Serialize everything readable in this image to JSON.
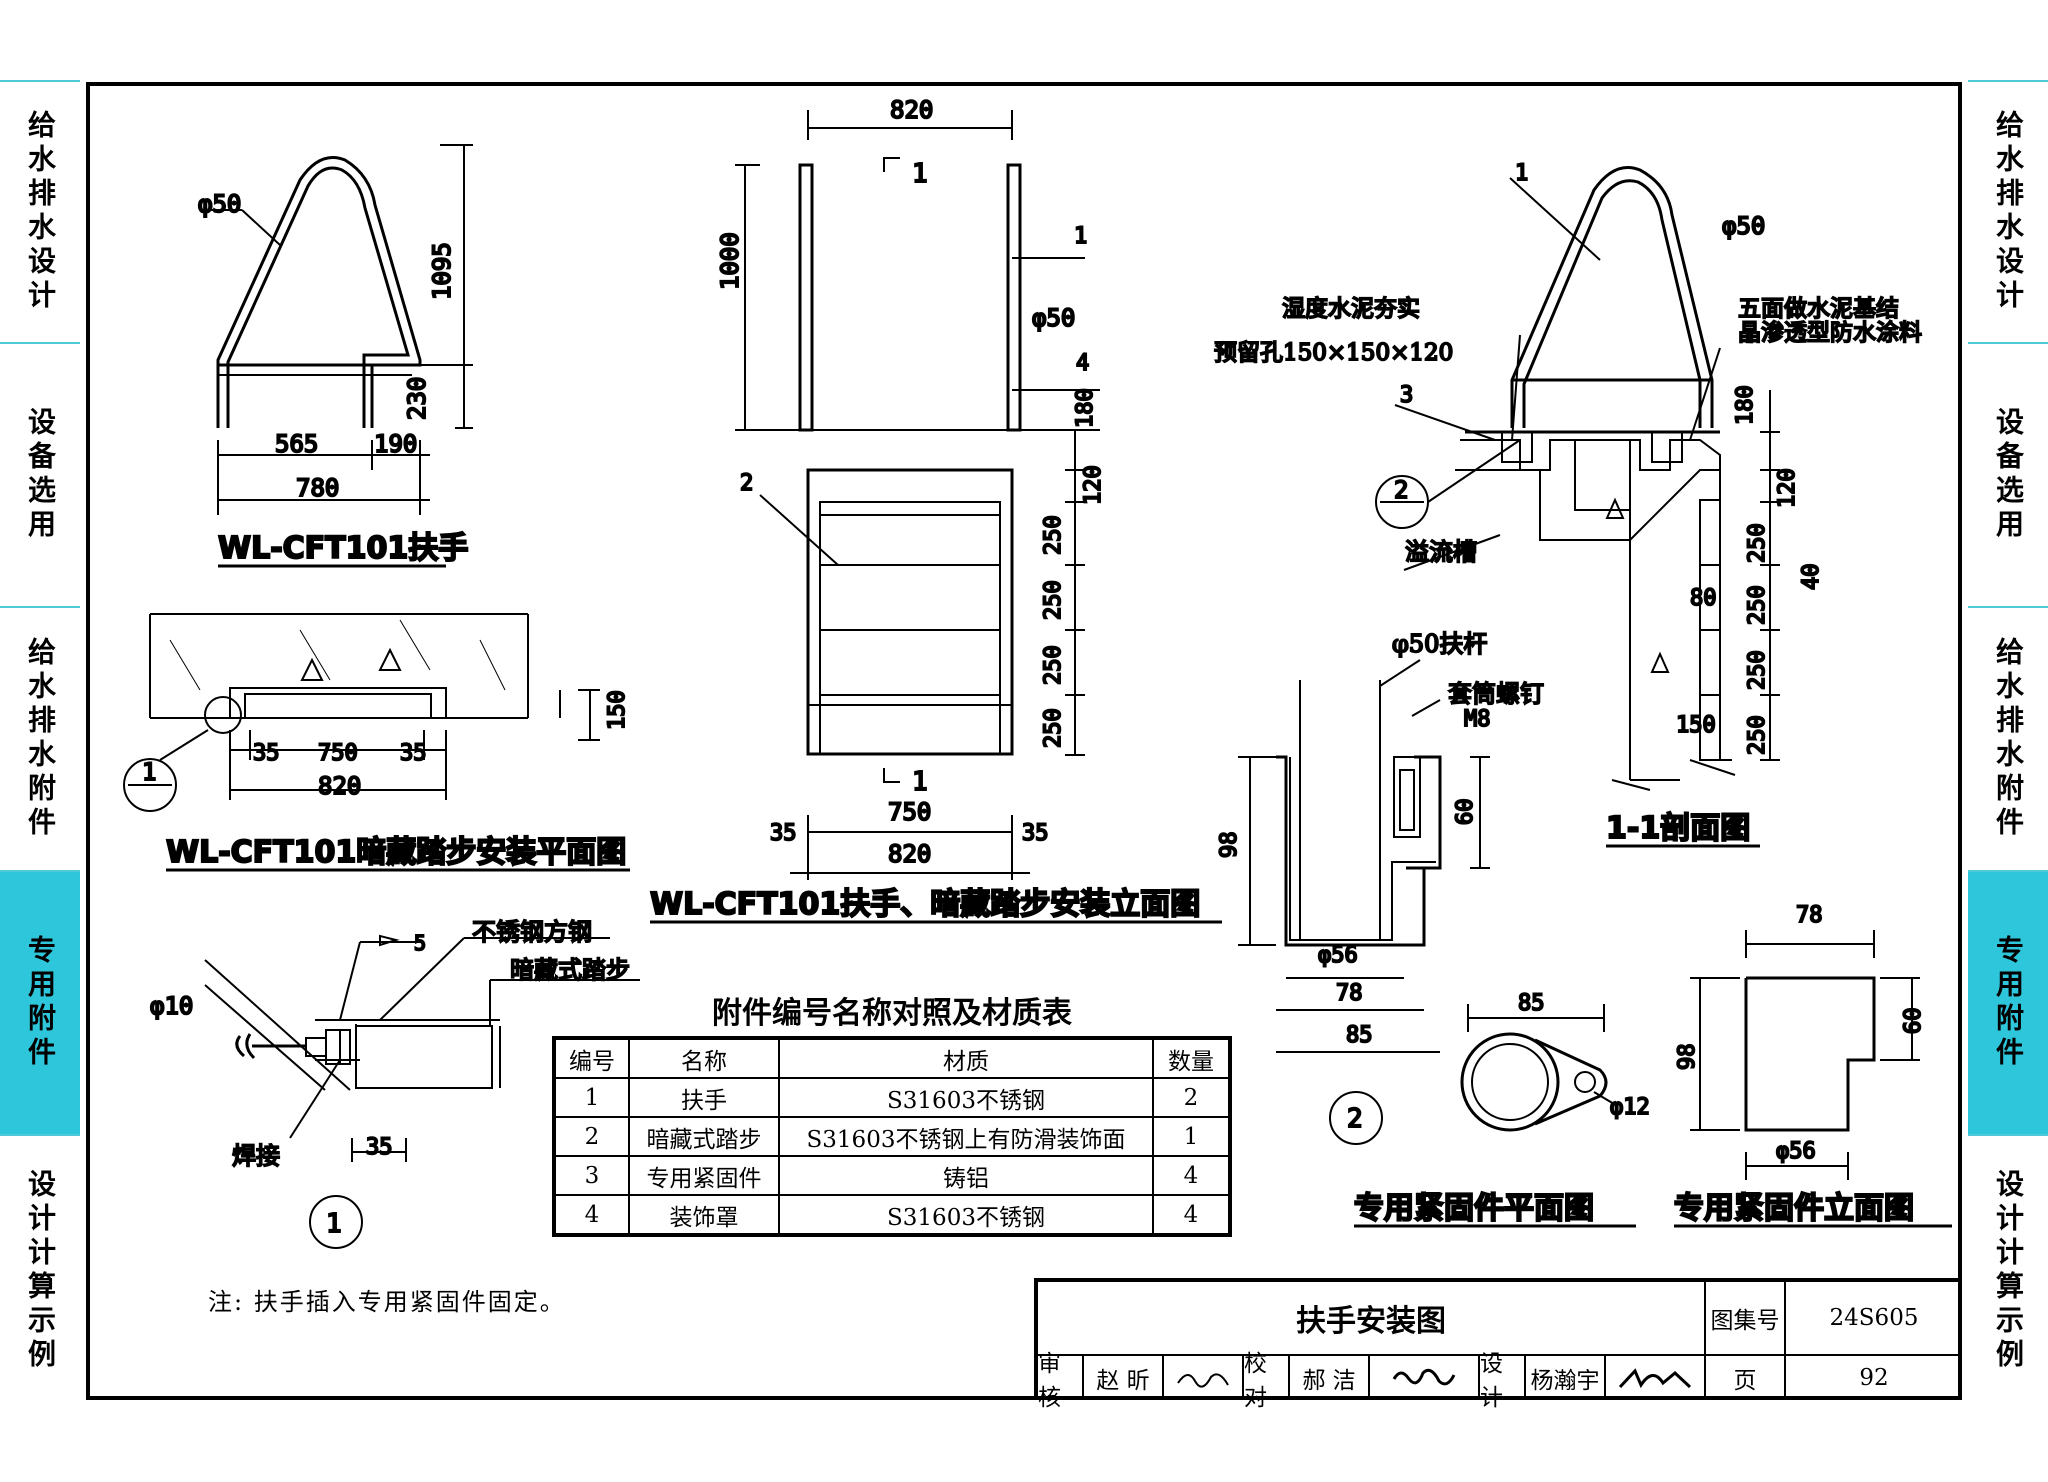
{
  "side_tabs": [
    {
      "label": "给水排水设计",
      "active": false
    },
    {
      "label": "设备选用",
      "active": false
    },
    {
      "label": "给水排水附件",
      "active": false
    },
    {
      "label": "专用附件",
      "active": true
    },
    {
      "label": "设计计算示例",
      "active": false
    }
  ],
  "accent_color": "#2dc6da",
  "handrail_view": {
    "title": "WL-CFT101扶手",
    "dia": "φ50",
    "dims": {
      "h_total": "1095",
      "h_low": "230",
      "w_a": "565",
      "w_b": "190",
      "w_total": "780"
    }
  },
  "plan_view": {
    "title": "WL-CFT101暗藏踏步安装平面图",
    "dims": {
      "d1": "35",
      "d2": "750",
      "d3": "35",
      "total": "820",
      "depth": "150"
    },
    "callout": "1"
  },
  "elevation_view": {
    "title": "WL-CFT101扶手、暗藏踏步安装立面图",
    "section_mark": "1",
    "dims": {
      "top_width": "820",
      "height": "1000",
      "base": "180",
      "step_top": "120",
      "step": "250",
      "bot_a": "35",
      "bot_mid": "750",
      "bot_b": "35",
      "bot_total": "820"
    },
    "labels": {
      "item1": "1",
      "item2": "2",
      "item4": "4",
      "dia": "φ50"
    }
  },
  "section_view": {
    "title": "1-1剖面图",
    "labels": {
      "item1": "1",
      "dia": "φ50",
      "wet_cement": "湿度水泥夯实",
      "reserved_hole": "预留孔150×150×120",
      "coating_line1": "五面做水泥基结",
      "coating_line2": "晶渗透型防水涂料",
      "item3": "3",
      "callout": "2",
      "overflow": "溢流槽"
    },
    "dims": {
      "d180": "180",
      "d120": "120",
      "d250": "250",
      "d40": "40",
      "d80": "80",
      "d150": "150"
    }
  },
  "fixing_section": {
    "labels": {
      "rod": "φ50扶杆",
      "screw": "套筒螺钉",
      "screw_size": "M8",
      "callout": "2"
    },
    "dims": {
      "h98": "98",
      "h60": "60",
      "d56": "φ56",
      "d78": "78",
      "d85": "85"
    }
  },
  "detail1": {
    "labels": {
      "square_steel": "不锈钢方钢",
      "hidden_step": "暗藏式踏步",
      "dia": "φ10",
      "weld": "焊接",
      "weld_size": "5",
      "callout": "1"
    },
    "dims": {
      "d35": "35"
    }
  },
  "fixing_plan": {
    "title": "专用紧固件平面图",
    "dims": {
      "d85": "85",
      "d12": "φ12"
    }
  },
  "fixing_elev": {
    "title": "专用紧固件立面图",
    "dims": {
      "d78": "78",
      "d98": "98",
      "d60": "60",
      "d56": "φ56"
    }
  },
  "parts_table": {
    "title": "附件编号名称对照及材质表",
    "headers": [
      "编号",
      "名称",
      "材质",
      "数量"
    ],
    "rows": [
      [
        "1",
        "扶手",
        "S31603不锈钢",
        "2"
      ],
      [
        "2",
        "暗藏式踏步",
        "S31603不锈钢上有防滑装饰面",
        "1"
      ],
      [
        "3",
        "专用紧固件",
        "铸铝",
        "4"
      ],
      [
        "4",
        "装饰罩",
        "S31603不锈钢",
        "4"
      ]
    ]
  },
  "note": "注:  扶手插入专用紧固件固定。",
  "title_block": {
    "title": "扶手安装图",
    "atlas_label": "图集号",
    "atlas_no": "24S605",
    "review_label": "审核",
    "reviewer": "赵 昕",
    "check_label": "校对",
    "checker": "郝 洁",
    "design_label": "设计",
    "designer": "杨瀚宇",
    "page_label": "页",
    "page_no": "92"
  }
}
